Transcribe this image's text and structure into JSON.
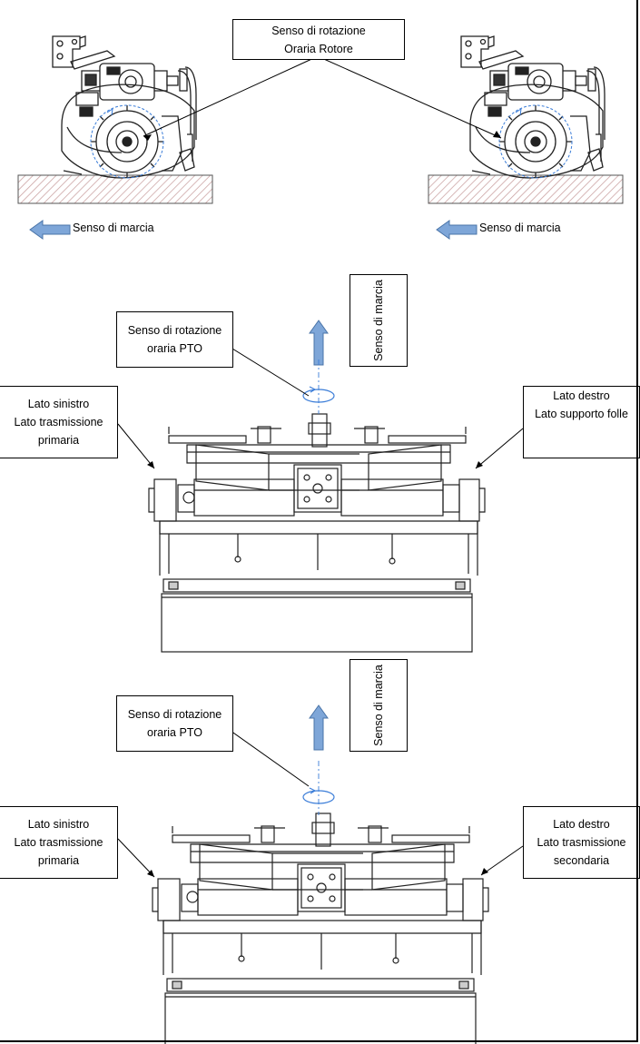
{
  "top_view": {
    "rotor_label": {
      "line1": "Senso di rotazione",
      "line2": "Oraria Rotore"
    },
    "left_travel_label": "Senso di marcia",
    "right_travel_label": "Senso di marcia"
  },
  "middle_view": {
    "travel_label": "Senso di marcia",
    "pto_label": {
      "line1": "Senso di rotazione",
      "line2": "oraria PTO"
    },
    "left_side": {
      "line1": "Lato sinistro",
      "line2": "Lato trasmissione",
      "line3": "primaria"
    },
    "right_side": {
      "line1": "Lato destro",
      "line2": "Lato supporto folle"
    }
  },
  "bottom_view": {
    "travel_label": "Senso di marcia",
    "pto_label": {
      "line1": "Senso di rotazione",
      "line2": "oraria PTO"
    },
    "left_side": {
      "line1": "Lato sinistro",
      "line2": "Lato trasmissione",
      "line3": "primaria"
    },
    "right_side": {
      "line1": "Lato destro",
      "line2": "Lato trasmissione",
      "line3": "secondaria"
    }
  },
  "colors": {
    "arrow_fill": "#7ea6d8",
    "arrow_stroke": "#4a74a8",
    "rotation_blue": "#3b7dd8",
    "hatch": "#c9a0a0"
  }
}
